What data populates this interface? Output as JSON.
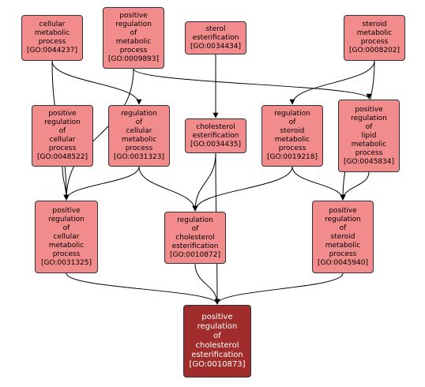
{
  "colors": {
    "node_fill": "#f28b8b",
    "target_fill": "#a02c2c",
    "edge": "#000000"
  },
  "nodes": [
    {
      "key": "n0044237",
      "name": "cellular\nmetabolic\nprocess",
      "id": "[GO:0044237]"
    },
    {
      "key": "n0009893",
      "name": "positive\nregulation\nof\nmetabolic\nprocess",
      "id": "[GO:0009893]"
    },
    {
      "key": "n0034434",
      "name": "sterol\nesterification",
      "id": "[GO:0034434]"
    },
    {
      "key": "n0008202",
      "name": "steroid\nmetabolic\nprocess",
      "id": "[GO:0008202]"
    },
    {
      "key": "n0048522",
      "name": "positive\nregulation\nof\ncellular\nprocess",
      "id": "[GO:0048522]"
    },
    {
      "key": "n0031323",
      "name": "regulation\nof\ncellular\nmetabolic\nprocess",
      "id": "[GO:0031323]"
    },
    {
      "key": "n0034435",
      "name": "cholesterol\nesterification",
      "id": "[GO:0034435]"
    },
    {
      "key": "n0019218",
      "name": "regulation\nof\nsteroid\nmetabolic\nprocess",
      "id": "[GO:0019218]"
    },
    {
      "key": "n0045834",
      "name": "positive\nregulation\nof\nlipid\nmetabolic\nprocess",
      "id": "[GO:0045834]"
    },
    {
      "key": "n0031325",
      "name": "positive\nregulation\nof\ncellular\nmetabolic\nprocess",
      "id": "[GO:0031325]"
    },
    {
      "key": "n0010872",
      "name": "regulation\nof\ncholesterol\nesterification",
      "id": "[GO:0010872]"
    },
    {
      "key": "n0045940",
      "name": "positive\nregulation\nof\nsteroid\nmetabolic\nprocess",
      "id": "[GO:0045940]"
    },
    {
      "key": "n0010873",
      "name": "positive\nregulation\nof\ncholesterol\nesterification",
      "id": "[GO:0010873]",
      "target": true
    }
  ],
  "edges": [
    [
      "n0044237",
      "n0031325"
    ],
    [
      "n0044237",
      "n0031323"
    ],
    [
      "n0009893",
      "n0031325"
    ],
    [
      "n0009893",
      "n0045834"
    ],
    [
      "n0034434",
      "n0034435"
    ],
    [
      "n0008202",
      "n0019218"
    ],
    [
      "n0008202",
      "n0045940"
    ],
    [
      "n0048522",
      "n0031325"
    ],
    [
      "n0031323",
      "n0031325"
    ],
    [
      "n0031323",
      "n0010872"
    ],
    [
      "n0034435",
      "n0010872"
    ],
    [
      "n0034435",
      "n0010873"
    ],
    [
      "n0019218",
      "n0010872"
    ],
    [
      "n0019218",
      "n0045940"
    ],
    [
      "n0045834",
      "n0045940"
    ],
    [
      "n0031325",
      "n0010873"
    ],
    [
      "n0010872",
      "n0010873"
    ],
    [
      "n0045940",
      "n0010873"
    ]
  ]
}
